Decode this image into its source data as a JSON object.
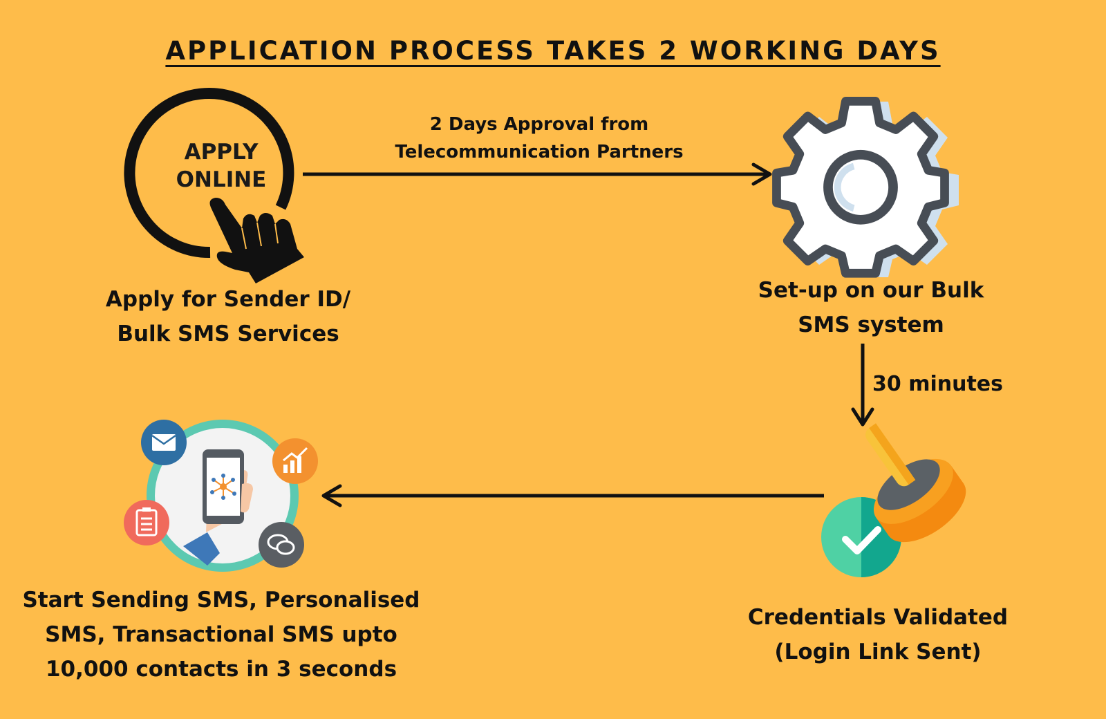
{
  "title": "APPLICATION PROCESS TAKES 2 WORKING DAYS",
  "steps": {
    "apply": {
      "icon_text_line1": "APPLY",
      "icon_text_line2": "ONLINE",
      "label_line1": "Apply for Sender ID/",
      "label_line2": "Bulk SMS Services"
    },
    "setup": {
      "label_line1": "Set-up on our Bulk",
      "label_line2": "SMS system"
    },
    "validate": {
      "label_line1": "Credentials Validated",
      "label_line2": "(Login Link Sent)"
    },
    "send": {
      "label_line1": "Start Sending SMS, Personalised",
      "label_line2": "SMS, Transactional SMS upto",
      "label_line3": "10,000 contacts in 3 seconds"
    }
  },
  "edges": {
    "apply_to_setup_line1": "2 Days Approval from",
    "apply_to_setup_line2": "Telecommunication Partners",
    "setup_to_validate": "30 minutes"
  },
  "icons": [
    "pointing-hand-icon",
    "gear-icon",
    "approval-stamp-icon",
    "smartphone-icon",
    "envelope-icon",
    "chart-icon",
    "clipboard-icon",
    "chat-icon"
  ],
  "colors": {
    "background": "#FEBC4A",
    "text": "#111111",
    "gear_fill": "#FFFFFF",
    "gear_stroke": "#474D55",
    "stamp_orange": "#F8A020",
    "check_green": "#4FD1A4",
    "ring_teal": "#5CC9B1",
    "envelope_blue": "#2E6FA3",
    "chart_orange": "#F3912F",
    "clipboard_coral": "#F06A5C",
    "chat_gray": "#5A5E63"
  }
}
